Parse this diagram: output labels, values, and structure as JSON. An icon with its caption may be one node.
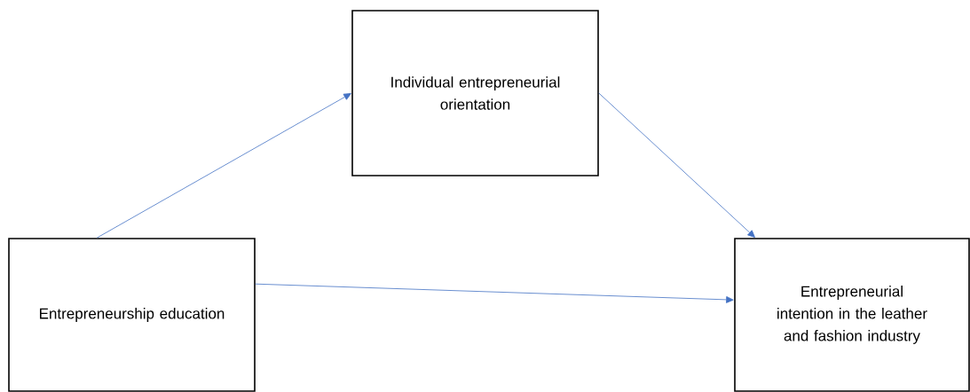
{
  "diagram": {
    "nodes": [
      {
        "text": [
          "Entrepreneurship education"
        ]
      },
      {
        "text": [
          "Individual entrepreneurial orientation"
        ]
      },
      {
        "text": [
          "Entrepreneurial intention in the leather and fashion industry"
        ]
      }
    ],
    "edges": [
      {
        "from": 0,
        "to": 1,
        "arrow": "to"
      },
      {
        "from": 1,
        "to": 2,
        "arrow": "to"
      },
      {
        "from": 0,
        "to": 2,
        "arrow": "to"
      }
    ]
  }
}
